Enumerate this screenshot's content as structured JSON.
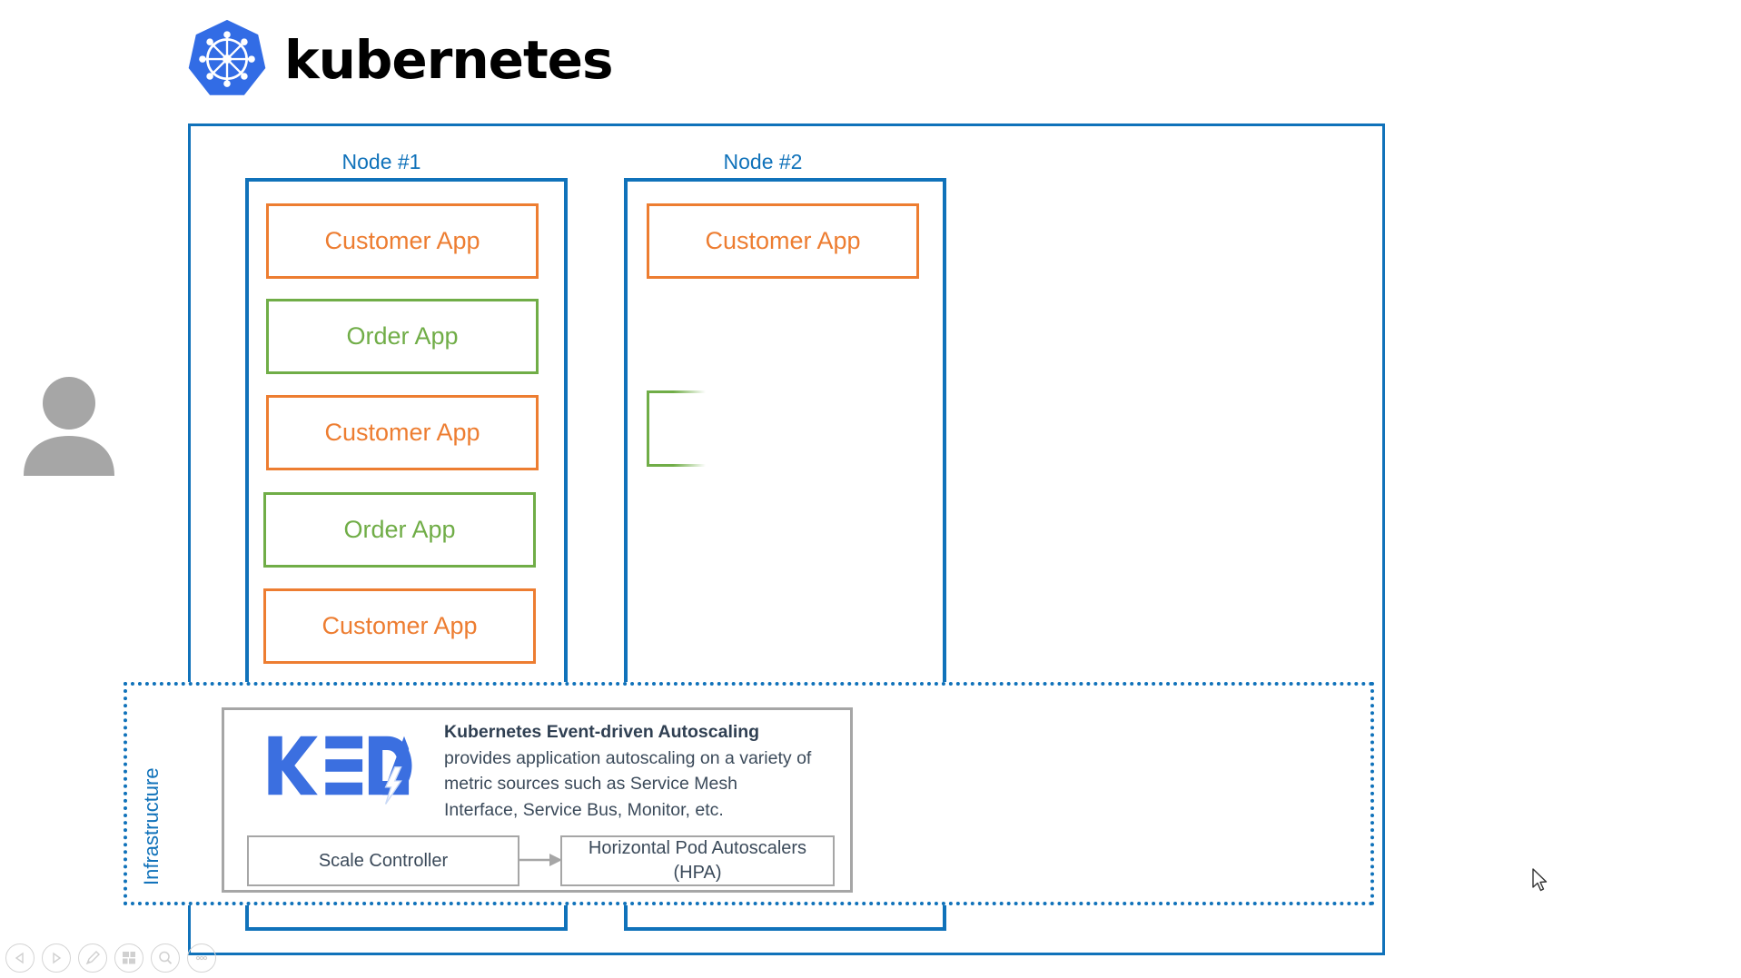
{
  "brand": {
    "name": "kubernetes",
    "logo_icon": "kubernetes-helm-icon",
    "logo_color": "#326CE5"
  },
  "colors": {
    "blue": "#1072BA",
    "orange": "#ED7D31",
    "green": "#70AD47",
    "gray_border": "#A6A6A6",
    "keda_blue": "#3B6FE0",
    "text_slate": "#3B4A5A",
    "person_gray": "#A6A6A6"
  },
  "actor": {
    "icon": "person-silhouette-icon"
  },
  "cluster": {
    "nodes": [
      {
        "label": "Node #1",
        "pods": [
          {
            "label": "Customer App",
            "type": "customer",
            "state": "visible"
          },
          {
            "label": "Order App",
            "type": "order",
            "state": "visible"
          },
          {
            "label": "Customer App",
            "type": "customer",
            "state": "visible"
          },
          {
            "label": "Order App",
            "type": "order",
            "state": "visible"
          },
          {
            "label": "Customer App",
            "type": "customer",
            "state": "visible"
          }
        ]
      },
      {
        "label": "Node #2",
        "pods": [
          {
            "label": "Customer App",
            "type": "customer",
            "state": "visible"
          },
          {
            "label": "",
            "type": "order",
            "state": "appearing"
          }
        ]
      }
    ]
  },
  "infrastructure": {
    "label": "Infrastructure",
    "keda": {
      "logo_text": "KEDA",
      "logo_icon": "keda-lightning-icon",
      "description_lead": "Kubernetes Event-driven Autoscaling",
      "description_rest": " provides application autoscaling on a variety of metric sources such as Service Mesh Interface, Service Bus, Monitor, etc.",
      "scale_controller": "Scale Controller",
      "hpa": "Horizontal Pod Autoscalers (HPA)",
      "arrow_icon": "arrow-right-icon"
    }
  },
  "toolbar": {
    "buttons": [
      {
        "name": "previous-slide-button",
        "icon": "triangle-left-icon"
      },
      {
        "name": "next-slide-button",
        "icon": "triangle-right-icon"
      },
      {
        "name": "pen-tool-button",
        "icon": "pen-icon"
      },
      {
        "name": "all-slides-button",
        "icon": "grid-slides-icon"
      },
      {
        "name": "zoom-button",
        "icon": "magnifier-icon"
      },
      {
        "name": "more-options-button",
        "icon": "ellipsis-icon"
      }
    ]
  },
  "cursor": {
    "icon": "mouse-pointer-icon"
  }
}
